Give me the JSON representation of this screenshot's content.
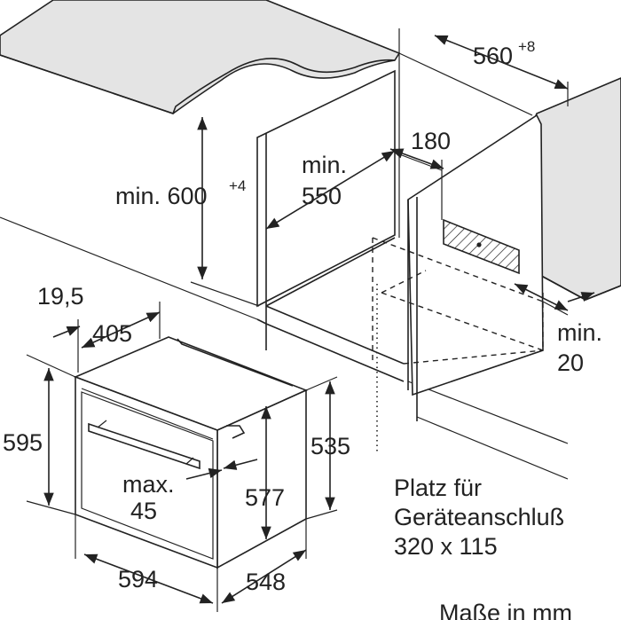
{
  "labels": {
    "width_560": "560",
    "width_560_tol": "+8",
    "depth_180": "180",
    "min_label_top": "min.",
    "min_550": "550",
    "min_600": "min. 600",
    "min_600_tol": "+4",
    "min_label_right": "min.",
    "min_20": "20",
    "thick_19_5": "19,5",
    "depth_405": "405",
    "height_595": "595",
    "height_535": "535",
    "max_label": "max.",
    "max_45": "45",
    "height_577": "577",
    "width_594": "594",
    "depth_548": "548",
    "note_line1": "Platz für",
    "note_line2": "Geräteanschluß",
    "note_line3": "320 x 115",
    "footer": "Maße in mm"
  },
  "icons": {
    "connection_box": "hatched-rectangle",
    "arrows": "filled-arrowheads"
  }
}
